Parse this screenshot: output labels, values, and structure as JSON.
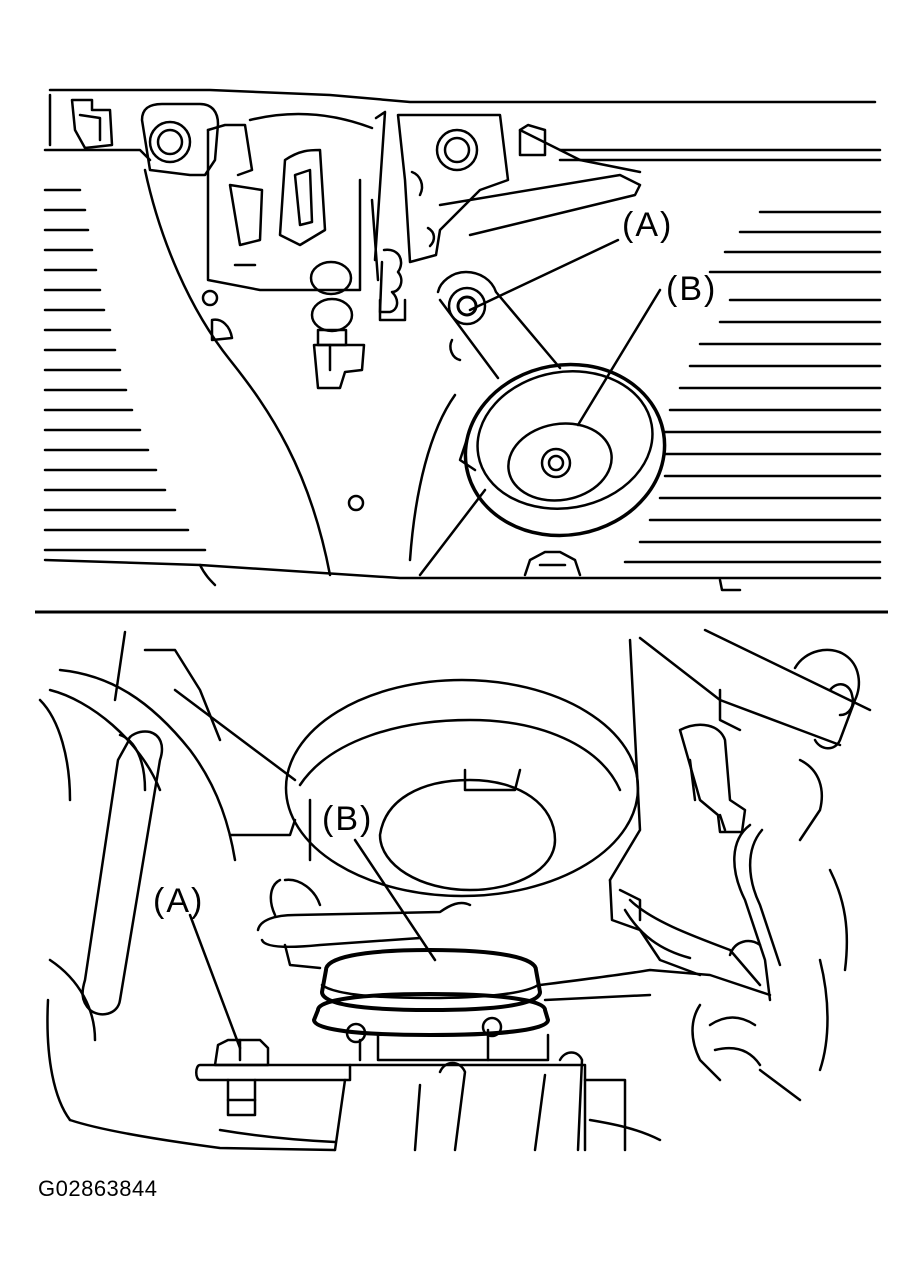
{
  "diagram": {
    "top_view": {
      "callouts": [
        {
          "id": "A",
          "label": "(A)",
          "refers_to": "bolt"
        },
        {
          "id": "B",
          "label": "(B)",
          "refers_to": "horn"
        }
      ]
    },
    "bottom_view": {
      "callouts": [
        {
          "id": "A",
          "label": "(A)",
          "refers_to": "bolt"
        },
        {
          "id": "B",
          "label": "(B)",
          "refers_to": "horn"
        }
      ]
    },
    "figure_id": "G02863844",
    "colors": {
      "line": "#000000",
      "background": "#ffffff"
    }
  }
}
